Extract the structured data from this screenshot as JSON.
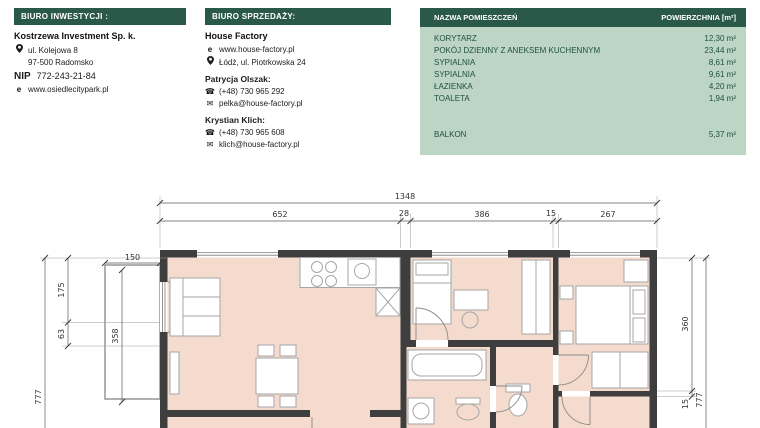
{
  "colors": {
    "dark_green": "#2b5949",
    "light_green": "#bdd5c5",
    "floor_pink": "#f4dbce",
    "wall_dark": "#3e3e3e"
  },
  "investor_office": {
    "header": "BIURO INWESTYCJI :",
    "company": "Kostrzewa Investment Sp. k.",
    "address_line1": "ul. Kolejowa 8",
    "address_line2": "97-500 Radomsko",
    "nip_label": "NIP",
    "nip_value": "772-243-21-84",
    "website": "www.osiedlecitypark.pl"
  },
  "sales_office": {
    "header": "BIURO SPRZEDAŻY:",
    "company": "House Factory",
    "website": "www.house-factory.pl",
    "address": "Łódź, ul. Piotrkowska 24",
    "contacts": [
      {
        "name": "Patrycja Olszak:",
        "phone": "(+48) 730 965 292",
        "email": "pelka@house-factory.pl"
      },
      {
        "name": "Krystian Klich:",
        "phone": "(+48) 730 965 608",
        "email": "klich@house-factory.pl"
      }
    ]
  },
  "icons": {
    "web": "e",
    "phone": "☎",
    "email": "✉"
  },
  "rooms_table": {
    "header_name": "NAZWA POMIESZCZEŃ",
    "header_area": "POWIERZCHNIA [m²]",
    "rows": [
      {
        "name": "KORYTARZ",
        "area": "12,30 m²"
      },
      {
        "name": "POKÓJ DZIENNY Z ANEKSEM KUCHENNYM",
        "area": "23,44 m²"
      },
      {
        "name": "SYPIALNIA",
        "area": "8,61 m²"
      },
      {
        "name": "SYPIALNIA",
        "area": "9,61 m²"
      },
      {
        "name": "ŁAZIENKA",
        "area": "4,20 m²"
      },
      {
        "name": "TOALETA",
        "area": "1,94 m²"
      }
    ],
    "balcony": {
      "name": "BALKON",
      "area": "5,37 m²"
    }
  },
  "floor_plan": {
    "dim_top_total": "1348",
    "dim_top_segments": [
      "652",
      "28",
      "386",
      "15",
      "267"
    ],
    "dim_left_total": "777",
    "dim_left_seg_a": "175",
    "dim_left_seg_b": "63",
    "dim_balcony_width": "150",
    "dim_balcony_height": "358",
    "dim_right_seg_a": "360",
    "dim_right_seg_b": "15",
    "dim_right_total": "777"
  }
}
